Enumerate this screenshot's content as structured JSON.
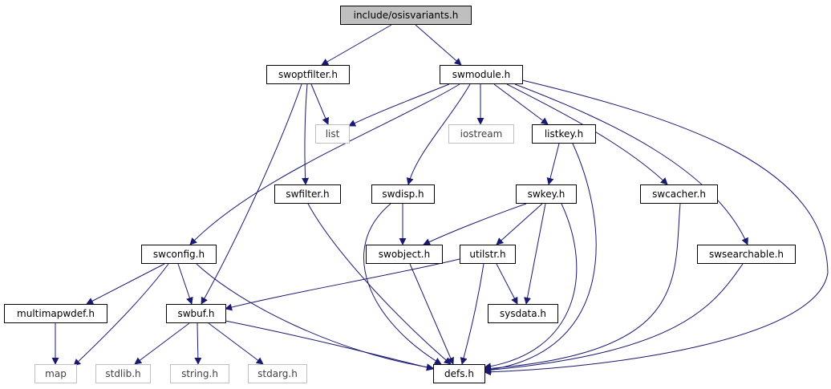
{
  "diagram": {
    "nodes": [
      {
        "id": "osisvariants",
        "label": "include/osisvariants.h",
        "style": "root"
      },
      {
        "id": "swoptfilter",
        "label": "swoptfilter.h",
        "style": "normal"
      },
      {
        "id": "swmodule",
        "label": "swmodule.h",
        "style": "normal"
      },
      {
        "id": "list",
        "label": "list",
        "style": "external"
      },
      {
        "id": "iostream",
        "label": "iostream",
        "style": "external"
      },
      {
        "id": "listkey",
        "label": "listkey.h",
        "style": "normal"
      },
      {
        "id": "swfilter",
        "label": "swfilter.h",
        "style": "normal"
      },
      {
        "id": "swdisp",
        "label": "swdisp.h",
        "style": "normal"
      },
      {
        "id": "swkey",
        "label": "swkey.h",
        "style": "normal"
      },
      {
        "id": "swcacher",
        "label": "swcacher.h",
        "style": "normal"
      },
      {
        "id": "swconfig",
        "label": "swconfig.h",
        "style": "normal"
      },
      {
        "id": "swobject",
        "label": "swobject.h",
        "style": "normal"
      },
      {
        "id": "utilstr",
        "label": "utilstr.h",
        "style": "normal"
      },
      {
        "id": "swsearchable",
        "label": "swsearchable.h",
        "style": "normal"
      },
      {
        "id": "multimapwdef",
        "label": "multimapwdef.h",
        "style": "normal"
      },
      {
        "id": "swbuf",
        "label": "swbuf.h",
        "style": "normal"
      },
      {
        "id": "sysdata",
        "label": "sysdata.h",
        "style": "normal"
      },
      {
        "id": "map",
        "label": "map",
        "style": "external"
      },
      {
        "id": "stdlib",
        "label": "stdlib.h",
        "style": "external"
      },
      {
        "id": "string",
        "label": "string.h",
        "style": "external"
      },
      {
        "id": "stdarg",
        "label": "stdarg.h",
        "style": "external"
      },
      {
        "id": "defs",
        "label": "defs.h",
        "style": "normal"
      }
    ],
    "edges": [
      [
        "osisvariants",
        "swoptfilter"
      ],
      [
        "osisvariants",
        "swmodule"
      ],
      [
        "swoptfilter",
        "list"
      ],
      [
        "swoptfilter",
        "swfilter"
      ],
      [
        "swoptfilter",
        "swbuf"
      ],
      [
        "swmodule",
        "list"
      ],
      [
        "swmodule",
        "iostream"
      ],
      [
        "swmodule",
        "listkey"
      ],
      [
        "swmodule",
        "swdisp"
      ],
      [
        "swmodule",
        "swconfig"
      ],
      [
        "swmodule",
        "swcacher"
      ],
      [
        "swmodule",
        "swsearchable"
      ],
      [
        "swmodule",
        "defs"
      ],
      [
        "listkey",
        "swkey"
      ],
      [
        "listkey",
        "defs"
      ],
      [
        "swfilter",
        "defs"
      ],
      [
        "swdisp",
        "swobject"
      ],
      [
        "swdisp",
        "defs"
      ],
      [
        "swkey",
        "swobject"
      ],
      [
        "swkey",
        "utilstr"
      ],
      [
        "swkey",
        "sysdata"
      ],
      [
        "swkey",
        "defs"
      ],
      [
        "swcacher",
        "defs"
      ],
      [
        "swconfig",
        "multimapwdef"
      ],
      [
        "swconfig",
        "map"
      ],
      [
        "swconfig",
        "swbuf"
      ],
      [
        "swconfig",
        "defs"
      ],
      [
        "swobject",
        "defs"
      ],
      [
        "utilstr",
        "swbuf"
      ],
      [
        "utilstr",
        "sysdata"
      ],
      [
        "utilstr",
        "defs"
      ],
      [
        "swsearchable",
        "defs"
      ],
      [
        "multimapwdef",
        "map"
      ],
      [
        "swbuf",
        "stdlib"
      ],
      [
        "swbuf",
        "string"
      ],
      [
        "swbuf",
        "stdarg"
      ],
      [
        "swbuf",
        "defs"
      ]
    ]
  },
  "colors": {
    "edge": "#191970",
    "root_fill": "#bfbfbf",
    "node_border": "#000000",
    "external_border": "#bfbfbf",
    "external_text": "#404040"
  }
}
